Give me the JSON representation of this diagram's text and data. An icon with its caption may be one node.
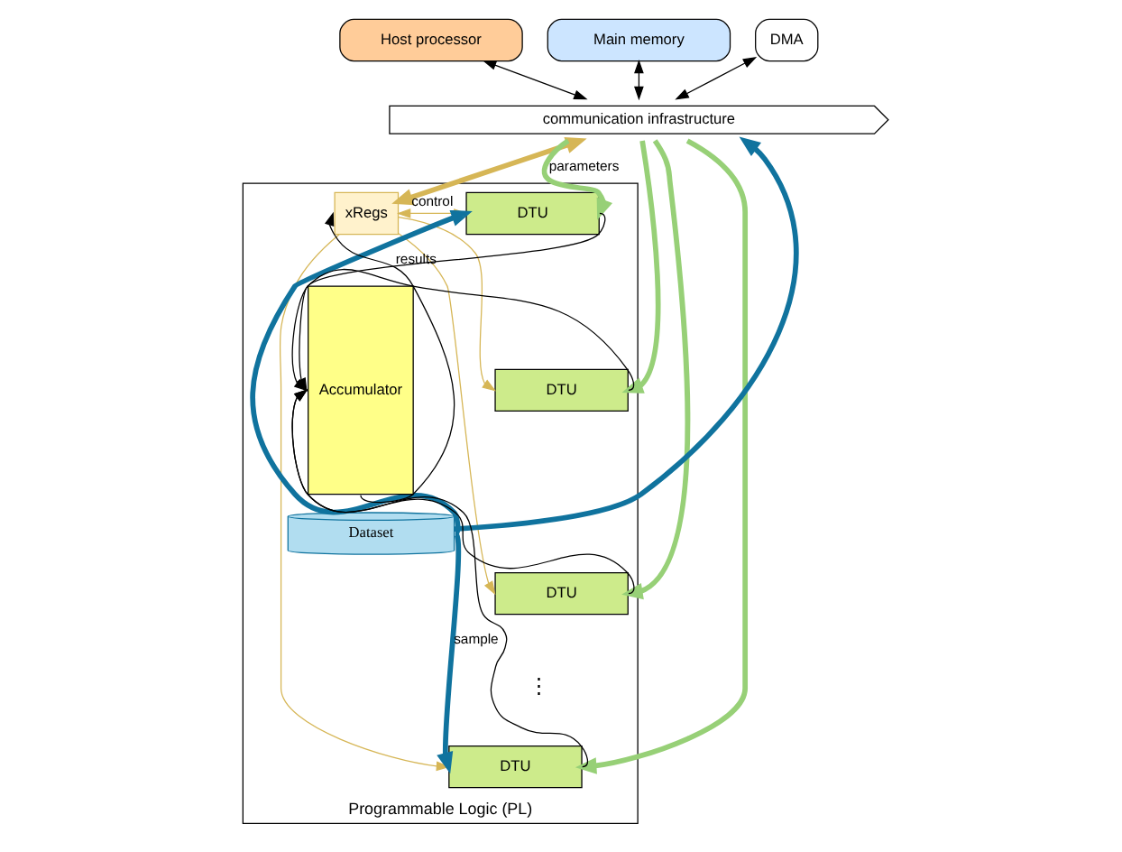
{
  "diagram": {
    "nodes": [
      {
        "text": [
          "Host processor"
        ]
      },
      {
        "text": [
          "Main memory"
        ]
      },
      {
        "text": [
          "DMA"
        ]
      },
      {
        "text": [
          "communication infrastructure"
        ]
      },
      {
        "text": [
          "Programmable Logic (PL)"
        ]
      },
      {
        "text": [
          "xRegs"
        ],
        "in": 4
      },
      {
        "text": [
          "Dataset"
        ],
        "in": 4
      },
      {
        "text": [
          "DTU"
        ],
        "in": 4
      },
      {
        "text": [
          "DTU"
        ],
        "in": 4
      },
      {
        "text": [
          "DTU"
        ],
        "in": 4
      },
      {
        "text": [
          "DTU"
        ],
        "in": 4
      },
      {
        "text": [
          "Accumulator"
        ],
        "in": 4
      }
    ],
    "edges": [
      {
        "from": 0,
        "to": 3,
        "arrow": "both"
      },
      {
        "from": 1,
        "to": 3,
        "arrow": "both"
      },
      {
        "from": 2,
        "to": 3,
        "arrow": "both"
      },
      {
        "from": 6,
        "to": 3,
        "arrow": "to",
        "style": "thick",
        "color": "#10739e"
      },
      {
        "from": 3,
        "to": 5,
        "arrow": "both",
        "style": "thick",
        "color": "#d6b656"
      },
      {
        "from": 5,
        "to": 7,
        "arrow": "both",
        "label": "control",
        "color": "#d6b656"
      },
      {
        "from": 5,
        "to": 8,
        "arrow": "to",
        "color": "#d6b656"
      },
      {
        "from": 5,
        "to": 9,
        "arrow": "to",
        "color": "#d6b656"
      },
      {
        "from": 5,
        "to": 10,
        "arrow": "to",
        "color": "#d6b656"
      },
      {
        "from": 6,
        "to": 7,
        "arrow": "to",
        "style": "thick",
        "color": "#10739e"
      },
      {
        "from": 6,
        "to": 10,
        "arrow": "to",
        "label": "sample",
        "style": "thick",
        "color": "#10739e"
      },
      {
        "from": 3,
        "to": 7,
        "arrow": "to",
        "label": "parameters",
        "style": "thick",
        "color": "#97d077"
      },
      {
        "from": 3,
        "to": 8,
        "arrow": "to",
        "style": "thick",
        "color": "#97d077"
      },
      {
        "from": 3,
        "to": 9,
        "arrow": "to",
        "style": "thick",
        "color": "#97d077"
      },
      {
        "from": 3,
        "to": 10,
        "arrow": "to",
        "style": "thick",
        "color": "#97d077"
      },
      {
        "from": 7,
        "to": 11,
        "arrow": "to"
      },
      {
        "from": 8,
        "to": 11,
        "arrow": "to"
      },
      {
        "from": 9,
        "to": 11,
        "arrow": "to"
      },
      {
        "from": 10,
        "to": 11,
        "arrow": "to"
      },
      {
        "from": 11,
        "to": 5,
        "arrow": "to",
        "label": "results"
      }
    ],
    "labels": [
      "⋮"
    ]
  }
}
